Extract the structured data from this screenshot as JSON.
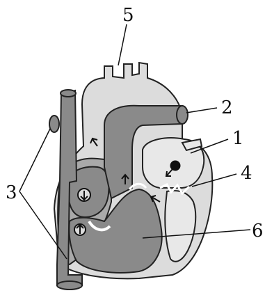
{
  "labels": {
    "aorta": "5",
    "pulmonary_artery": "2",
    "left_atrium": "1",
    "mitral_valve": "4",
    "vena_cava": "3",
    "left_ventricle": "6"
  },
  "colors": {
    "background": "#ffffff",
    "light_tissue": "#dcdcdc",
    "mid_tissue": "#a9a9a9",
    "dark_vessel": "#8a8a8a",
    "outline": "#222222"
  }
}
